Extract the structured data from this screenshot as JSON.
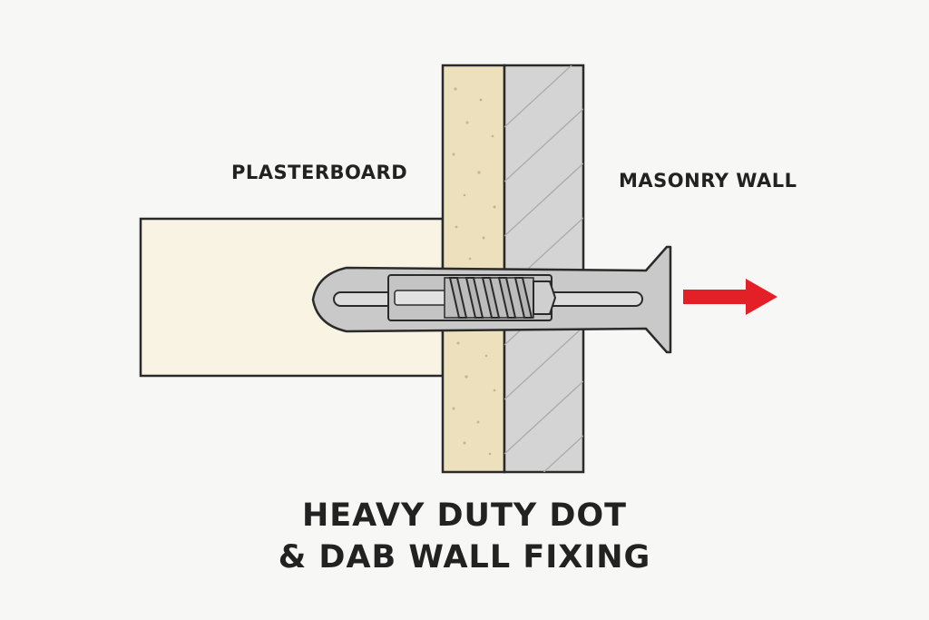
{
  "labels": {
    "plasterboard": "PLASTERBOARD",
    "masonry_wall": "MASONRY WALL"
  },
  "title": {
    "line1": "HEAVY DUTY DOT",
    "line2": "& DAB WALL FIXING"
  },
  "colors": {
    "background": "#f7f7f6",
    "plasterboard_fill": "#ece0bd",
    "dab_block_fill": "#f8f3e3",
    "masonry_fill": "#d4d4d4",
    "fixing_fill": "#c9c9c9",
    "arrow": "#e32028",
    "outline": "#2a2a2a"
  },
  "icons": {
    "pull_direction": "arrow-right-icon"
  }
}
